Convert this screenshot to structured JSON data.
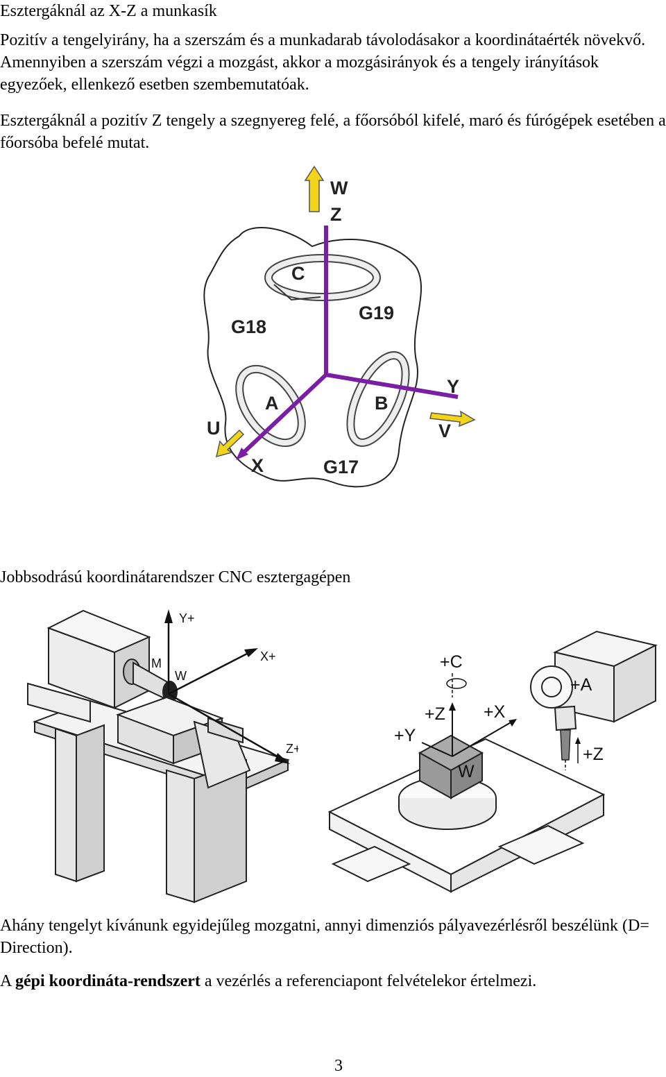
{
  "document": {
    "heading": "Esztergáknál az X-Z a munkasík",
    "paragraph1": "Pozitív a tengelyirány, ha a szerszám és a munkadarab távolodásakor a koordinátaérték növekvő. Amennyiben a szerszám végzi a mozgást, akkor a mozgásirányok és a tengely irányítások egyezőek, ellenkező esetben szembemutatóak.",
    "paragraph2": "Esztergáknál a pozitív Z tengely a szegnyereg felé, a főorsóból kifelé, maró és fúrógépek esetében a főorsóba befelé mutat.",
    "caption": "Jobbsodrású koordinátarendszer CNC esztergagépen",
    "paragraph3": "Ahány tengelyt kívánunk egyidejűleg mozgatni, annyi dimenziós pályavezérlésről beszélünk (D= Direction).",
    "paragraph4_prefix": "A ",
    "paragraph4_bold": "gépi koordináta-rendszert",
    "paragraph4_suffix": " a vezérlés a referenciapont felvételekor értelmezi.",
    "page_number": "3"
  },
  "figure1": {
    "labels": {
      "w": "W",
      "z": "Z",
      "c": "C",
      "g18": "G18",
      "g19": "G19",
      "y": "Y",
      "a": "A",
      "b": "B",
      "u": "U",
      "v": "V",
      "x": "X",
      "g17": "G17"
    },
    "axis_color": "#7a1fa3",
    "arrow_color": "#f2d51a"
  },
  "figure2": {
    "labels": {
      "y_plus": "Y+",
      "x_plus": "X+",
      "z_plus": "Z+",
      "m": "M",
      "w": "W"
    }
  },
  "figure3": {
    "labels": {
      "c_plus": "+C",
      "a_plus": "+A",
      "z_plus": "+Z",
      "x_plus": "+X",
      "y_plus": "+Y",
      "w": "W",
      "z_plus_tool": "+Z"
    }
  }
}
